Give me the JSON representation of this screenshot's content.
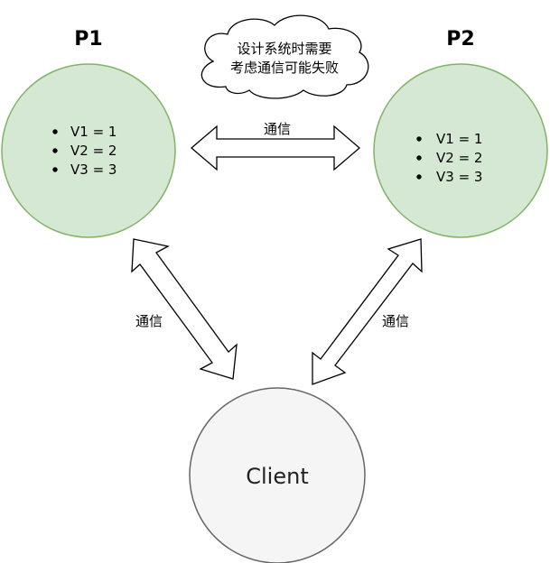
{
  "colors": {
    "node_fill": "#d5e8d4",
    "node_stroke": "#82b366",
    "client_fill": "#f5f5f5",
    "client_stroke": "#666666",
    "arrow_fill": "#ffffff",
    "arrow_stroke": "#000000"
  },
  "cloud": {
    "line1": "设计系统时需要",
    "line2": "考虑通信可能失败"
  },
  "nodes": {
    "p1": {
      "title": "P1",
      "items": [
        "V1 = 1",
        "V2 = 2",
        "V3 = 3"
      ]
    },
    "p2": {
      "title": "P2",
      "items": [
        "V1 = 1",
        "V2 = 2",
        "V3 = 3"
      ]
    },
    "client": {
      "label": "Client"
    }
  },
  "edges": {
    "p1_p2": "通信",
    "p1_client": "通信",
    "p2_client": "通信"
  }
}
